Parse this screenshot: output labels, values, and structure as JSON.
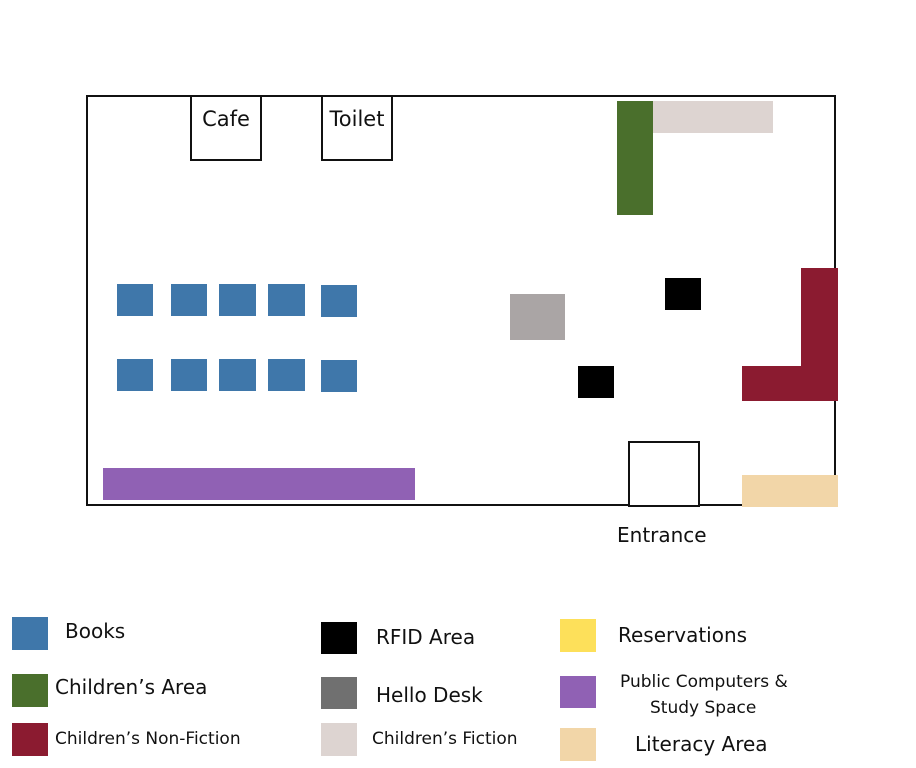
{
  "floor_plan": {
    "rooms": {
      "cafe": "Cafe",
      "toilet": "Toilet"
    },
    "entrance_label": "Entrance"
  },
  "legend": {
    "books": {
      "label": "Books",
      "color": "#3f77aa"
    },
    "childrens_area": {
      "label": "Children’s Area",
      "color": "#4a6f2c"
    },
    "childrens_non_fiction": {
      "label": "Children’s Non-Fiction",
      "color": "#8b1b30"
    },
    "rfid_area": {
      "label": "RFID Area",
      "color": "#000000"
    },
    "hello_desk": {
      "label": "Hello Desk",
      "color": "#707070"
    },
    "childrens_fiction": {
      "label": "Children’s Fiction",
      "color": "#ddd4d1"
    },
    "reservations": {
      "label": "Reservations",
      "color": "#fde05a"
    },
    "public_computers": {
      "label_line1": "Public Computers &",
      "label_line2": "Study Space",
      "color": "#9061b4"
    },
    "literacy_area": {
      "label": "Literacy Area",
      "color": "#f2d6a8"
    }
  }
}
